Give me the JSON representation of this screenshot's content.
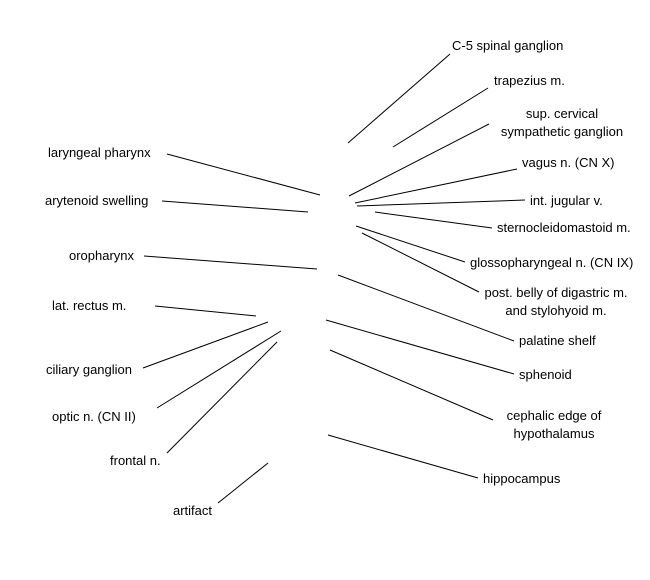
{
  "labels": {
    "c5_spinal_ganglion": "C-5 spinal ganglion",
    "trapezius": "trapezius m.",
    "sup_cervical_line1": "sup. cervical",
    "sup_cervical_line2": "sympathetic ganglion",
    "vagus": "vagus n. (CN X)",
    "laryngeal_pharynx": "laryngeal pharynx",
    "int_jugular": "int. jugular v.",
    "arytenoid_swelling": "arytenoid swelling",
    "sternocleidomastoid": "sternocleidomastoid m.",
    "glossopharyngeal": "glossopharyngeal n. (CN IX)",
    "oropharynx": "oropharynx",
    "post_belly_line1": "post. belly of digastric m.",
    "post_belly_line2": "and stylohyoid m.",
    "lat_rectus": "lat. rectus m.",
    "palatine_shelf": "palatine shelf",
    "ciliary_ganglion": "ciliary ganglion",
    "sphenoid": "sphenoid",
    "optic_nerve": "optic n. (CN II)",
    "cephalic_line1": "cephalic edge of",
    "cephalic_line2": "hypothalamus",
    "frontal_nerve": "frontal n.",
    "hippocampus": "hippocampus",
    "artifact": "artifact"
  },
  "colors": {
    "background": "#ffffff",
    "line": "#000000",
    "text": "#000000"
  }
}
